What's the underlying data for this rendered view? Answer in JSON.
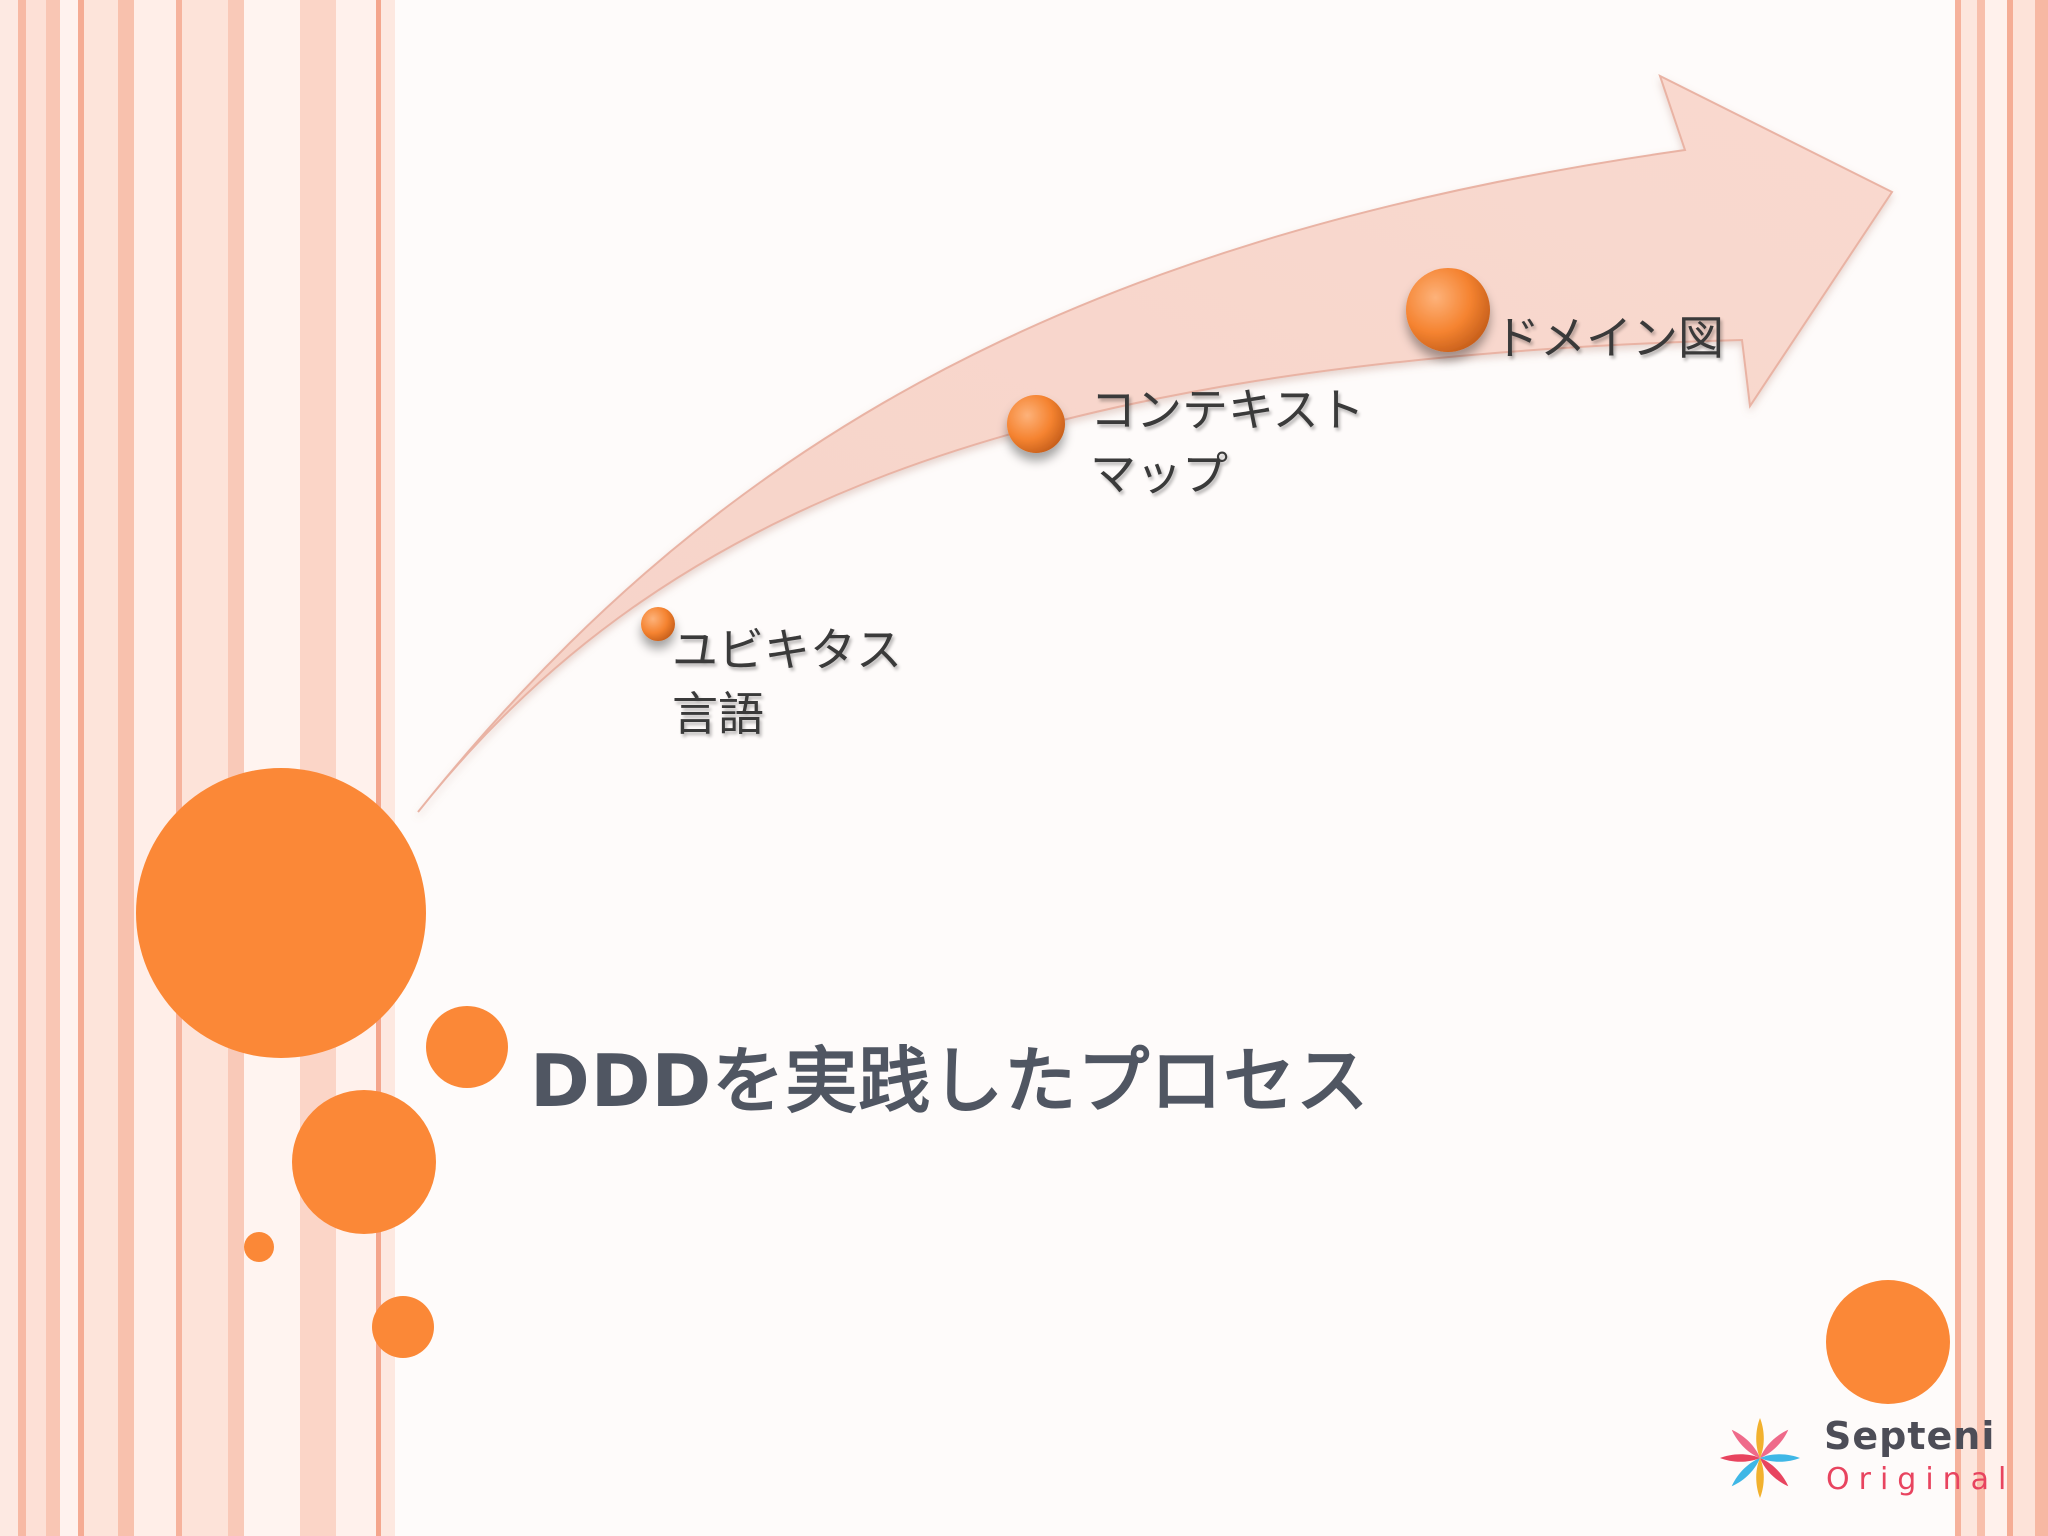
{
  "slide": {
    "title": "DDDを実践したプロセス",
    "accent_color": "#fb8837"
  },
  "diagram": {
    "type": "process-arrow",
    "steps": [
      {
        "line1": "ユビキタス",
        "line2": "言語"
      },
      {
        "line1": "コンテキスト",
        "line2": "マップ"
      },
      {
        "line1": "ドメイン図",
        "line2": ""
      }
    ]
  },
  "logo": {
    "name": "Septeni",
    "sub": "Original",
    "icon": "pinwheel-logo-icon"
  }
}
